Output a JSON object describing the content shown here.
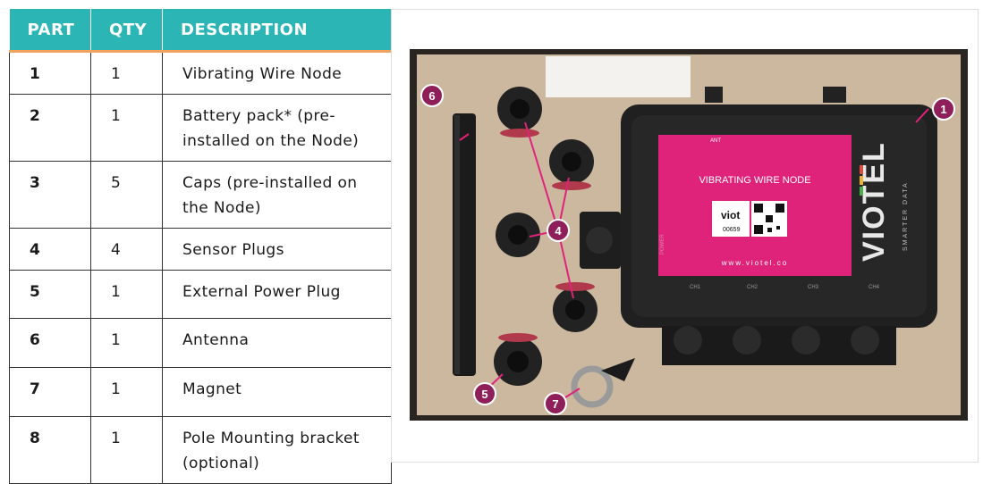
{
  "table": {
    "headers": {
      "part": "PART",
      "qty": "QTY",
      "description": "DESCRIPTION"
    },
    "rows": [
      {
        "part": "1",
        "qty": "1",
        "description": "Vibrating Wire Node"
      },
      {
        "part": "2",
        "qty": "1",
        "description": "Battery pack* (pre-installed on the Node)"
      },
      {
        "part": "3",
        "qty": "5",
        "description": "Caps (pre-installed on the Node)"
      },
      {
        "part": "4",
        "qty": "4",
        "description": "Sensor Plugs"
      },
      {
        "part": "5",
        "qty": "1",
        "description": "External Power Plug"
      },
      {
        "part": "6",
        "qty": "1",
        "description": "Antenna"
      },
      {
        "part": "7",
        "qty": "1",
        "description": "Magnet"
      },
      {
        "part": "8",
        "qty": "1",
        "description": "Pole Mounting bracket (optional)"
      }
    ]
  },
  "photo": {
    "device_label": "VIBRATING WIRE NODE",
    "brand": "VIOTEL",
    "tagline": "SMARTER DATA",
    "qr_brand": "viot",
    "qr_id": "00659",
    "website": "www.viotel.co",
    "power_label": "POWER",
    "ant_label": "ANT",
    "channels": [
      "CH1",
      "CH2",
      "CH3",
      "CH4"
    ],
    "callouts": [
      "1",
      "4",
      "5",
      "6",
      "7"
    ],
    "colors": {
      "callout": "#8e1f58",
      "label_pink": "#e0237a",
      "header_teal": "#2bb5b4",
      "header_rule": "#f2a35e"
    }
  }
}
